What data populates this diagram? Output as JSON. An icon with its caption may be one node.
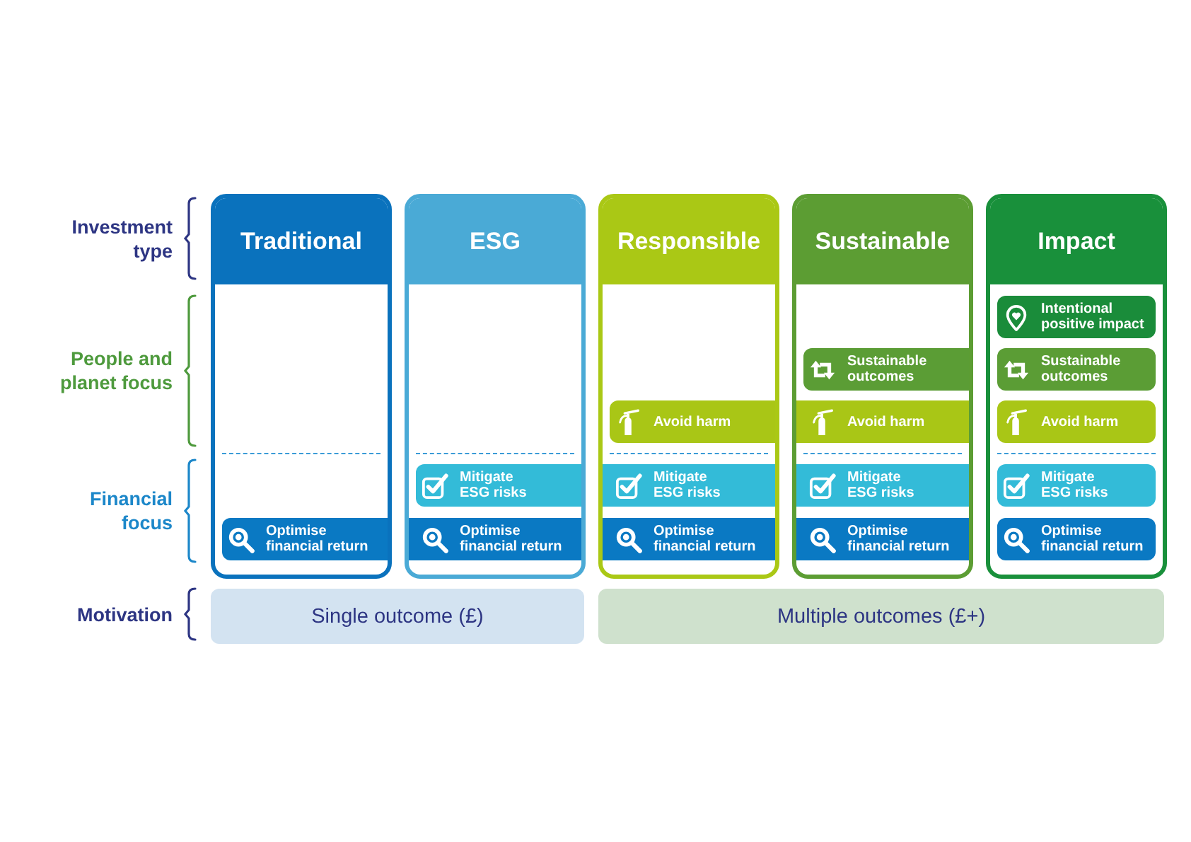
{
  "diagram": {
    "nodes": [
      {
        "text": [
          "Traditional"
        ]
      },
      {
        "text": [
          "Optimise financial return"
        ],
        "in": 0
      },
      {
        "text": [
          "ESG"
        ]
      },
      {
        "text": [
          "Mitigate ESG risks"
        ],
        "in": 2
      },
      {
        "text": [
          "Optimise financial return"
        ],
        "in": 2
      },
      {
        "text": [
          "Responsible"
        ]
      },
      {
        "text": [
          "Avoid harm"
        ],
        "in": 5
      },
      {
        "text": [
          "Mitigate ESG risks"
        ],
        "in": 5
      },
      {
        "text": [
          "Optimise financial return"
        ],
        "in": 5
      },
      {
        "text": [
          "Sustainable"
        ]
      },
      {
        "text": [
          "Sustainable outcomes"
        ],
        "in": 9
      },
      {
        "text": [
          "Avoid harm"
        ],
        "in": 9
      },
      {
        "text": [
          "Mitigate ESG risks"
        ],
        "in": 9
      },
      {
        "text": [
          "Optimise financial return"
        ],
        "in": 9
      },
      {
        "text": [
          "Impact"
        ]
      },
      {
        "text": [
          "Intentional positive impact"
        ],
        "in": 14
      },
      {
        "text": [
          "Sustainable outcomes"
        ],
        "in": 14
      },
      {
        "text": [
          "Avoid harm"
        ],
        "in": 14
      },
      {
        "text": [
          "Mitigate ESG risks"
        ],
        "in": 14
      },
      {
        "text": [
          "Optimise financial return"
        ],
        "in": 14
      },
      {
        "text": [
          "Single outcome (£)"
        ]
      },
      {
        "text": [
          "Multiple outcomes (£+)"
        ]
      }
    ],
    "labels": [
      "Investment type",
      "People and planet focus",
      "Financial focus",
      "Motivation"
    ]
  }
}
